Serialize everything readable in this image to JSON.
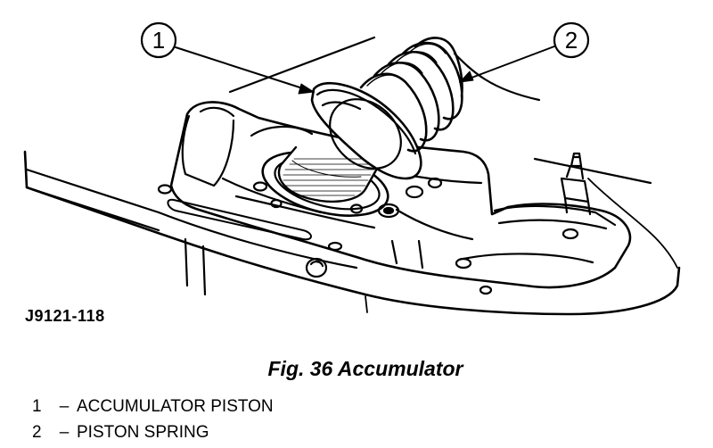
{
  "figure": {
    "drawing_code": "J9121-118",
    "caption": "Fig. 36 Accumulator",
    "callouts": [
      {
        "number": "1",
        "label": "ACCUMULATOR PISTON"
      },
      {
        "number": "2",
        "label": "PISTON SPRING"
      }
    ]
  },
  "legend": {
    "separator": "–",
    "items": [
      {
        "number": "1",
        "label": "ACCUMULATOR PISTON"
      },
      {
        "number": "2",
        "label": "PISTON SPRING"
      }
    ]
  }
}
